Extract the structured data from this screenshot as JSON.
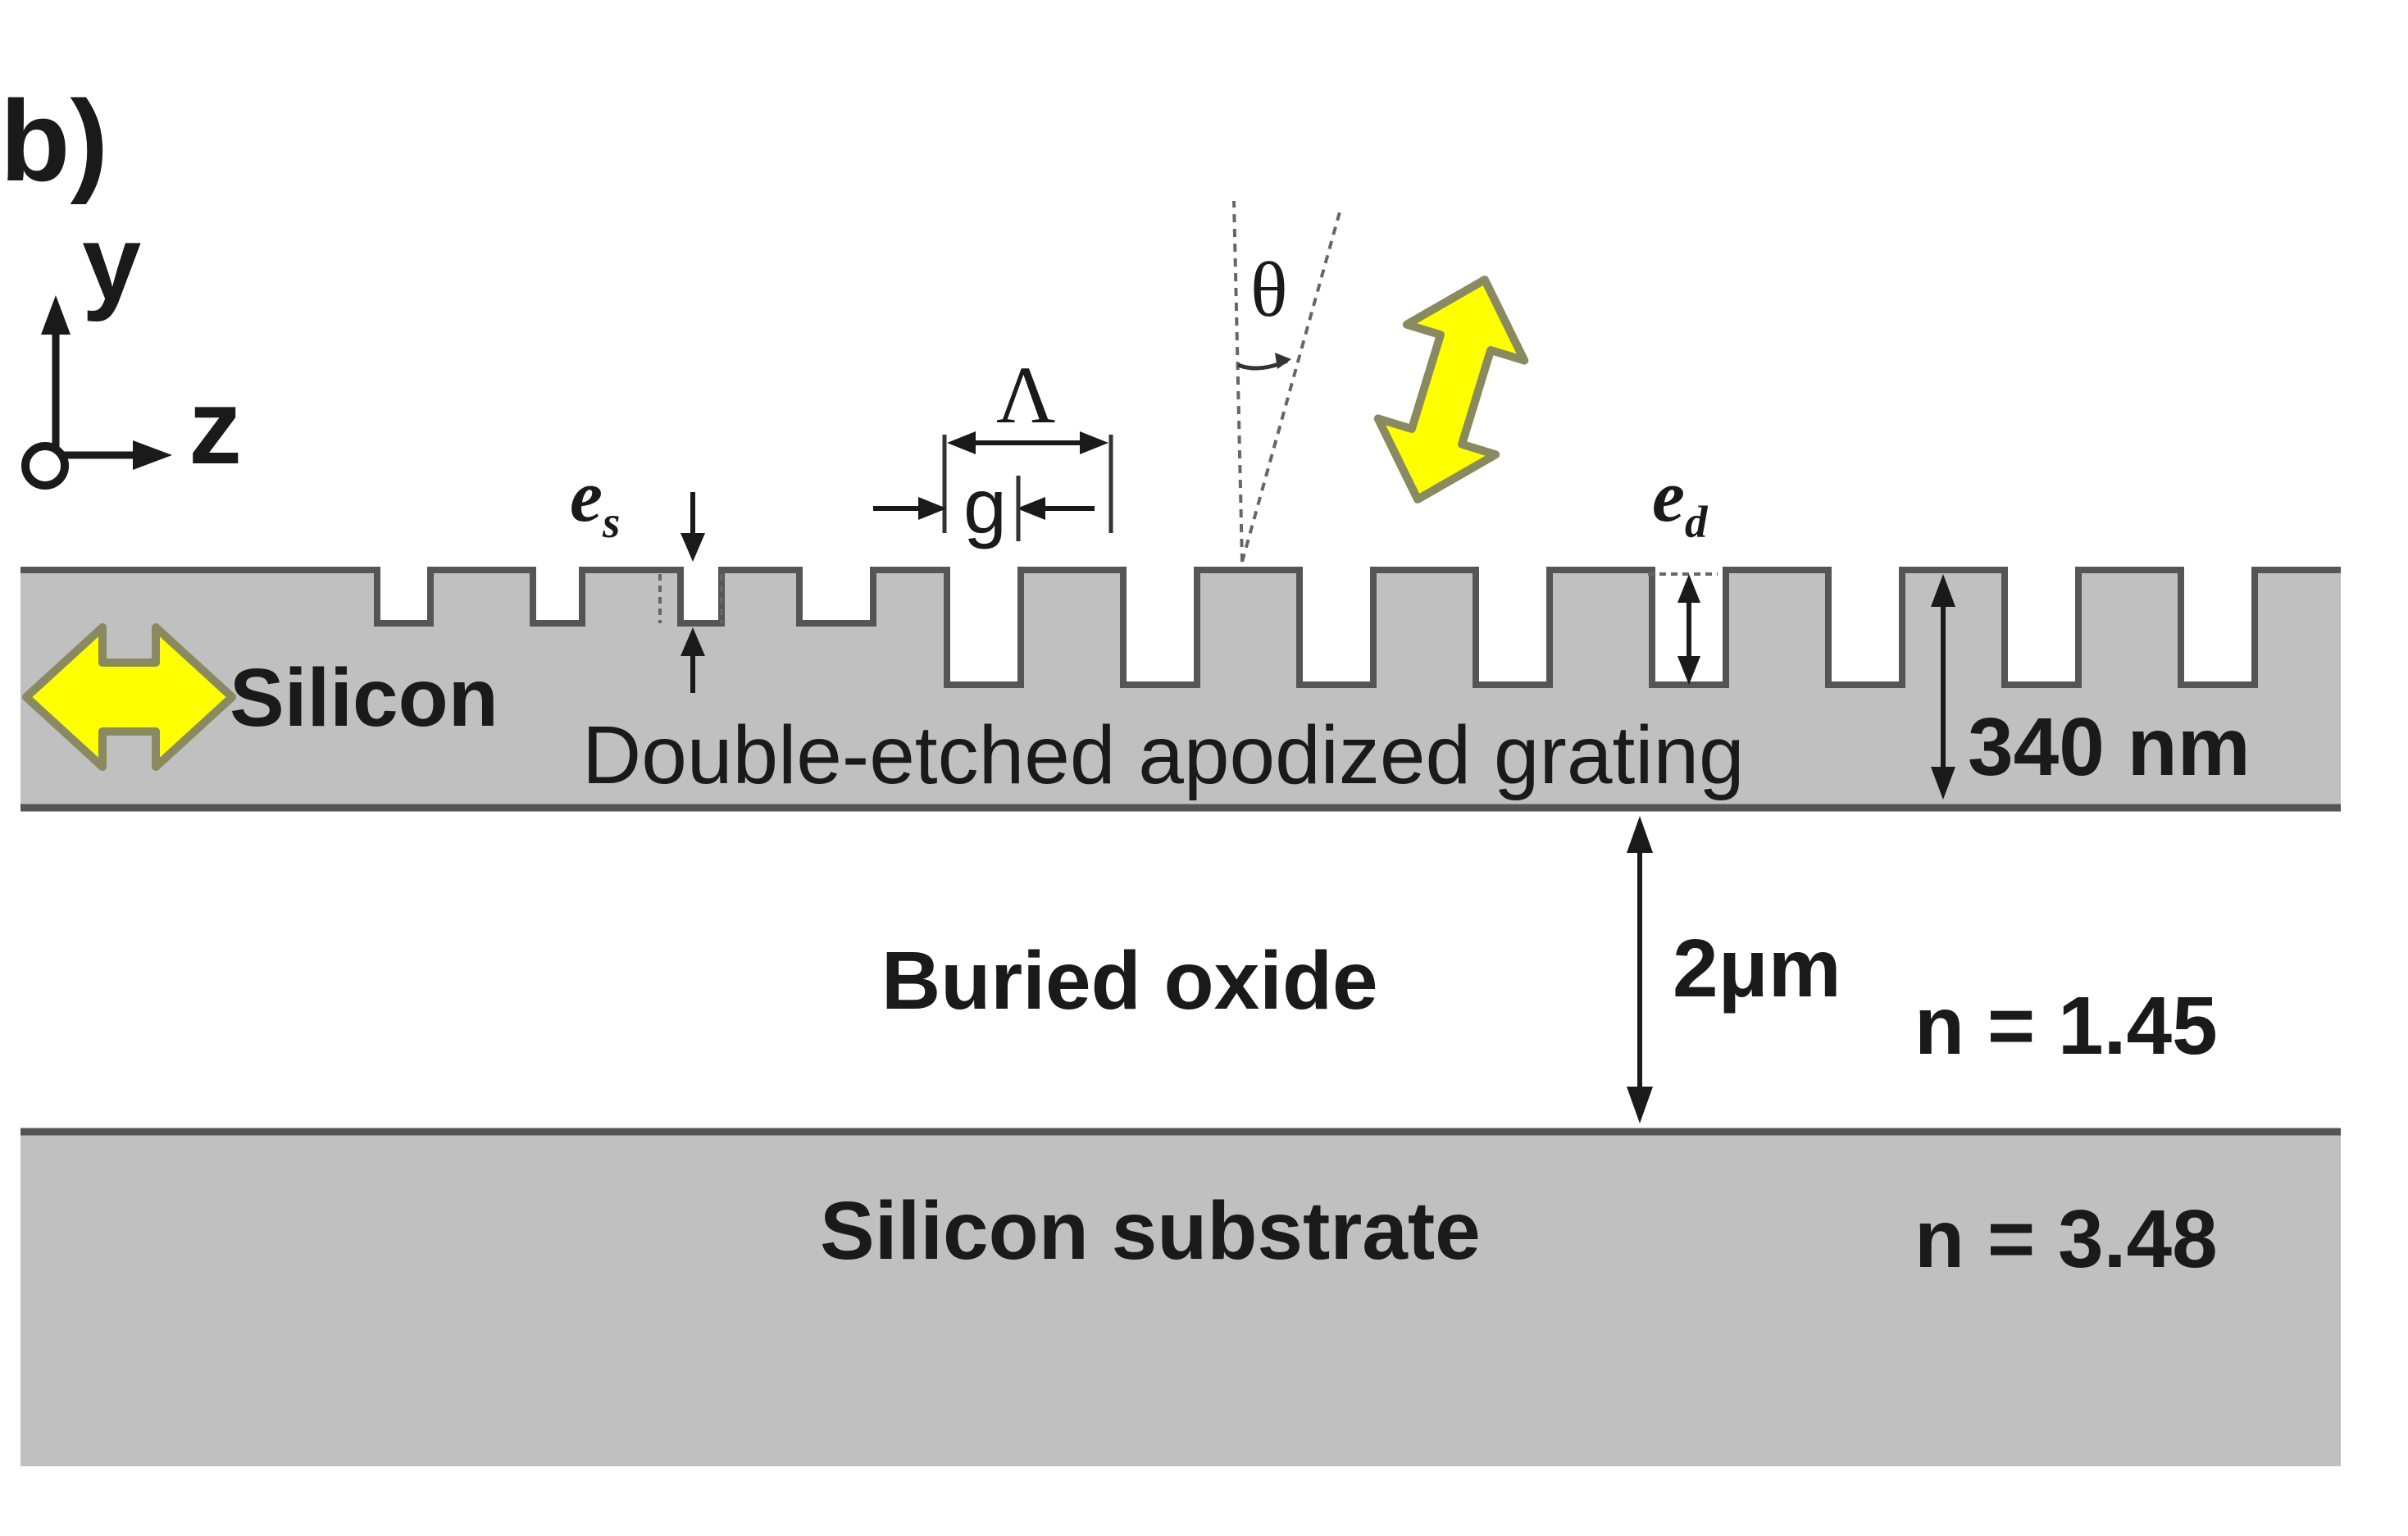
{
  "panel_label": "b)",
  "axes": {
    "y": "y",
    "z": "z"
  },
  "labels": {
    "silicon": "Silicon",
    "grating": "Double-etched apodized grating",
    "thickness": "340 nm",
    "buried_oxide": "Buried oxide",
    "box_thickness": "2μm",
    "box_index": "n = 1.45",
    "substrate": "Silicon substrate",
    "substrate_index": "n = 3.48",
    "period": "Λ",
    "gap": "g",
    "angle": "θ",
    "shallow_etch": "e",
    "shallow_sub": "s",
    "deep_etch": "e",
    "deep_sub": "d"
  },
  "colors": {
    "silicon": "#c0c0c0",
    "outline": "#555555",
    "arrow_fill": "#ffff00",
    "arrow_stroke": "#8a8a60",
    "text": "#1a1a1a"
  }
}
